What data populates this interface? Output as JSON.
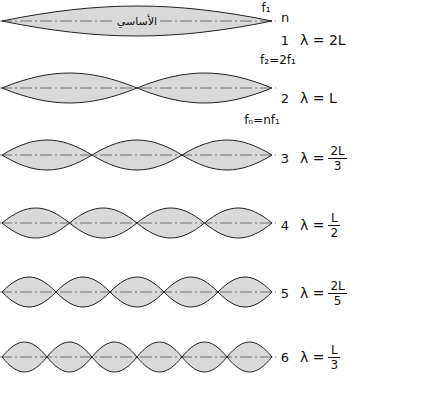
{
  "diagram": {
    "nodes": [
      {
        "text": [
          "الأساسي"
        ]
      }
    ],
    "labels": [
      "f₁",
      "n",
      "1",
      "λ = 2L",
      "f₂=2f₁",
      "2",
      "λ = L",
      "fₙ=nf₁",
      "3",
      "λ =",
      "2L",
      "3",
      "4",
      "λ =",
      "L",
      "2",
      "5",
      "λ =",
      "2L",
      "5",
      "6",
      "λ =",
      "L",
      "3"
    ]
  }
}
